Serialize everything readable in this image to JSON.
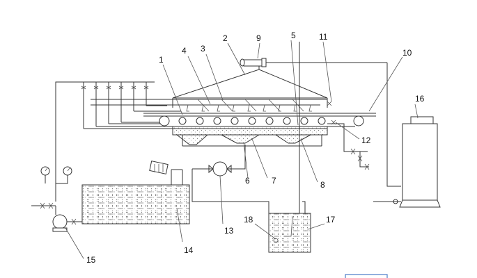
{
  "colors": {
    "line": "#333333",
    "background": "#ffffff",
    "badge_border": "#4a7cc9"
  },
  "labels": {
    "l1": "1",
    "l2": "2",
    "l3": "3",
    "l4": "4",
    "l5": "5",
    "l6": "6",
    "l7": "7",
    "l8": "8",
    "l9": "9",
    "l10": "10",
    "l11": "11",
    "l12": "12",
    "l13": "13",
    "l14": "14",
    "l15": "15",
    "l16": "16",
    "l17": "17",
    "l18": "18"
  },
  "icons": [
    "pressure-gauge-icon",
    "valve-icon",
    "pump-icon",
    "fan-icon"
  ]
}
